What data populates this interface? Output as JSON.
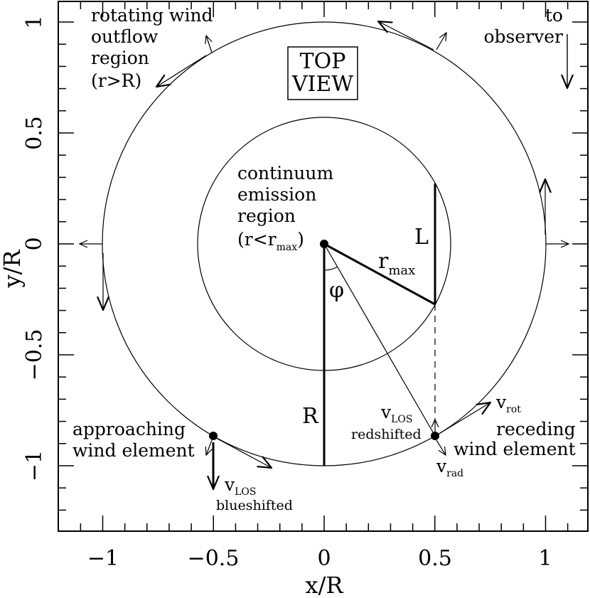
{
  "axes": {
    "xlabel": "x/R",
    "ylabel": "y/R",
    "xlim": [
      -1.2,
      1.2
    ],
    "ylim": [
      -1.3,
      1.05
    ],
    "xticks": [
      "−1",
      "−0.5",
      "0",
      "0.5",
      "1"
    ],
    "yticks": [
      "1",
      "0.5",
      "0",
      "−0.5",
      "−1"
    ]
  },
  "labels": {
    "rotating_1": "rotating wind",
    "rotating_2": "outflow",
    "rotating_3": "region",
    "rotating_4": "(r>R)",
    "observer_1": "to",
    "observer_2": "observer",
    "topview_1": "TOP",
    "topview_2": "VIEW",
    "continuum_1": "continuum",
    "continuum_2": "emission",
    "continuum_3": "region",
    "continuum_4_pre": "(r<r",
    "continuum_4_sub": "max",
    "continuum_4_post": ")",
    "L": "L",
    "rmax_main": "r",
    "rmax_sub": "max",
    "phi": "φ",
    "R": "R",
    "approaching_1": "approaching",
    "approaching_2": "wind element",
    "receding_1": "receding",
    "receding_2": "wind element",
    "vlos_blue_main": "v",
    "vlos_blue_sub": "LOS",
    "blueshifted": "blueshifted",
    "vlos_red_main": "v",
    "vlos_red_sub": "LOS",
    "redshifted": "redshifted",
    "vrot_main": "v",
    "vrot_sub": "rot",
    "vrad_main": "v",
    "vrad_sub": "rad"
  },
  "geometry_data": {
    "outer_radius": 1.0,
    "inner_radius": 0.57,
    "approaching_element": [
      -0.5,
      -0.866
    ],
    "receding_element": [
      0.5,
      -0.866
    ],
    "rmax_endpoint": [
      0.5,
      -0.27
    ],
    "L_top": [
      0.5,
      0.27
    ]
  }
}
